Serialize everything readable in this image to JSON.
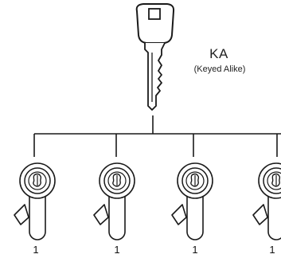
{
  "diagram": {
    "title": "KA",
    "subtitle": "(Keyed Alike)",
    "cylinders": [
      {
        "quantity": "1"
      },
      {
        "quantity": "1"
      },
      {
        "quantity": "1"
      },
      {
        "quantity": "1"
      }
    ],
    "colors": {
      "stroke": "#1a1a1a",
      "fill": "#ffffff"
    }
  }
}
